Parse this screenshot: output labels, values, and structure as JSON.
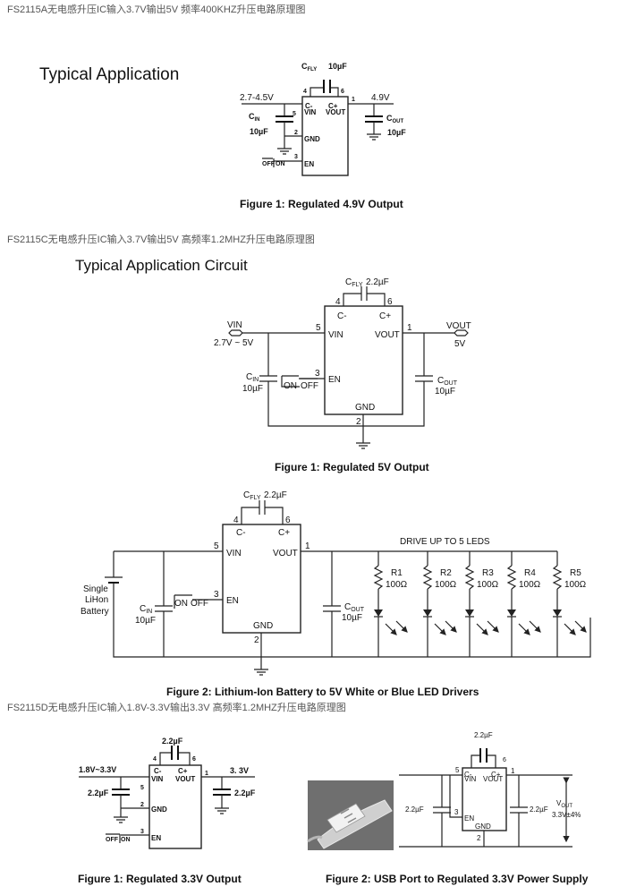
{
  "captions": {
    "a": "FS2115A无电感升压IC输入3.7V输出5V 频率400KHZ升压电路原理图",
    "c": "FS2115C无电感升压IC输入3.7V输出5V 高频率1.2MHZ升压电路原理图",
    "d": "FS2115D无电感升压IC输入1.8V-3.3V输出3.3V 高频率1.2MHZ升压电路原理图"
  },
  "d1": {
    "heading": "Typical Application",
    "cfly_label": "C",
    "cfly_sub": "FLY",
    "cfly_value": "10µF",
    "vin_range": "2.7-4.5V",
    "vout": "4.9V",
    "cin_label": "C",
    "cin_sub": "IN",
    "cin_value": "10µF",
    "cout_label": "C",
    "cout_sub": "OUT",
    "cout_value": "10µF",
    "pin_cm": "C-",
    "pin_cp": "C+",
    "pin_vin": "VIN",
    "pin_vout": "VOUT",
    "pin_gnd": "GND",
    "pin_en": "EN",
    "n1": "1",
    "n2": "2",
    "n3": "3",
    "n4": "4",
    "n5": "5",
    "n6": "6",
    "sw_off": "OFF",
    "sw_on": "ON",
    "figure": "Figure 1: Regulated 4.9V Output"
  },
  "d2": {
    "heading": "Typical Application Circuit",
    "cfly_label": "C",
    "cfly_sub": "FLY",
    "cfly_value": "2.2µF",
    "vin_name": "VIN",
    "vin_range": "2.7V ~ 5V",
    "vout_name": "VOUT",
    "vout_value": "5V",
    "cin_label": "C",
    "cin_sub": "IN",
    "cin_value": "10µF",
    "cout_label": "C",
    "cout_sub": "OUT",
    "cout_value": "10µF",
    "pin_cm": "C-",
    "pin_cp": "C+",
    "pin_vin": "VIN",
    "pin_vout": "VOUT",
    "pin_gnd": "GND",
    "pin_en": "EN",
    "n1": "1",
    "n2": "2",
    "n3": "3",
    "n4": "4",
    "n5": "5",
    "n6": "6",
    "sw_on": "ON",
    "sw_off": "OFF",
    "figure": "Figure 1: Regulated 5V Output"
  },
  "d3": {
    "cfly_label": "C",
    "cfly_sub": "FLY",
    "cfly_value": "2.2µF",
    "battery": [
      "Single",
      "LiHon",
      "Battery"
    ],
    "cin_label": "C",
    "cin_sub": "IN",
    "cin_value": "10µF",
    "cout_label": "C",
    "cout_sub": "OUT",
    "cout_value": "10µF",
    "pin_cm": "C-",
    "pin_cp": "C+",
    "pin_vin": "VIN",
    "pin_vout": "VOUT",
    "pin_gnd": "GND",
    "pin_en": "EN",
    "n1": "1",
    "n2": "2",
    "n3": "3",
    "n4": "4",
    "n5": "5",
    "n6": "6",
    "sw_on": "ON",
    "sw_off": "OFF",
    "leds_title": "DRIVE UP TO 5 LEDS",
    "resistors": [
      {
        "name": "R1",
        "value": "100Ω"
      },
      {
        "name": "R2",
        "value": "100Ω"
      },
      {
        "name": "R3",
        "value": "100Ω"
      },
      {
        "name": "R4",
        "value": "100Ω"
      },
      {
        "name": "R5",
        "value": "100Ω"
      }
    ],
    "figure": "Figure 2: Lithium-Ion Battery to 5V White or Blue LED Drivers"
  },
  "d4": {
    "cfly_value": "2.2µF",
    "vin_range": "1.8V~3.3V",
    "vout": "3. 3V",
    "cin_value": "2.2µF",
    "cout_value": "2.2µF",
    "pin_cm": "C-",
    "pin_cp": "C+",
    "pin_vin": "VIN",
    "pin_vout": "VOUT",
    "pin_gnd": "GND",
    "pin_en": "EN",
    "n1": "1",
    "n2": "2",
    "n3": "3",
    "n4": "4",
    "n5": "5",
    "n6": "6",
    "sw_off": "OFF",
    "sw_on": "ON",
    "figure": "Figure 1: Regulated 3.3V Output"
  },
  "d5": {
    "cfly_value": "2.2µF",
    "cin_value": "2.2µF",
    "cout_value": "2.2µF",
    "vout_label": "V",
    "vout_sub": "OUT",
    "vout_value": "3.3V±4%",
    "pin_cm": "C-",
    "pin_cp": "C+",
    "pin_vin": "VIN",
    "pin_vout": "VOUT",
    "pin_gnd": "GND",
    "pin_en": "EN",
    "n1": "1",
    "n2": "2",
    "n3": "3",
    "n5": "5",
    "n6": "6",
    "figure": "Figure 2: USB Port to Regulated 3.3V Power Supply"
  }
}
